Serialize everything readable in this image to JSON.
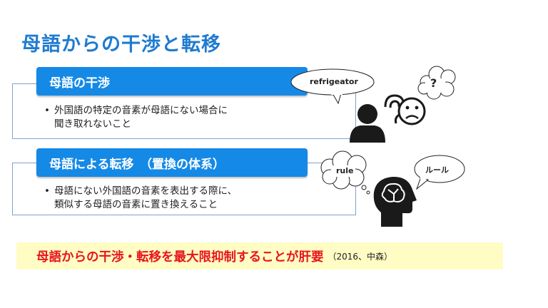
{
  "slide": {
    "title": "母語からの干渉と転移"
  },
  "cards": [
    {
      "header": "母語の干渉",
      "bullet_symbol": "•",
      "bullet": "外国語の特定の音素が母語にない場合に\n聞き取れないこと"
    },
    {
      "header": "母語による転移　（置換の体系）",
      "bullet_symbol": "•",
      "bullet": "母語にない外国語の音素を表出する際に、\n類似する母語の音素に置き換えること"
    }
  ],
  "bubbles": {
    "refrigerator": "refrigeator",
    "question": "?",
    "rule": "rule",
    "ruuru": "ルール"
  },
  "summary": {
    "text": "母語からの干渉・転移を最大限抑制することが肝要",
    "citation": "（2016、中森）"
  },
  "colors": {
    "title": "#1f7bd0",
    "header_bg": "#1589e6",
    "emphasis_red": "#e8151b",
    "summary_bg": "#fffcc4"
  },
  "icons": [
    "person-icon",
    "ear-icon",
    "sad-face-icon",
    "head-brain-icon"
  ]
}
